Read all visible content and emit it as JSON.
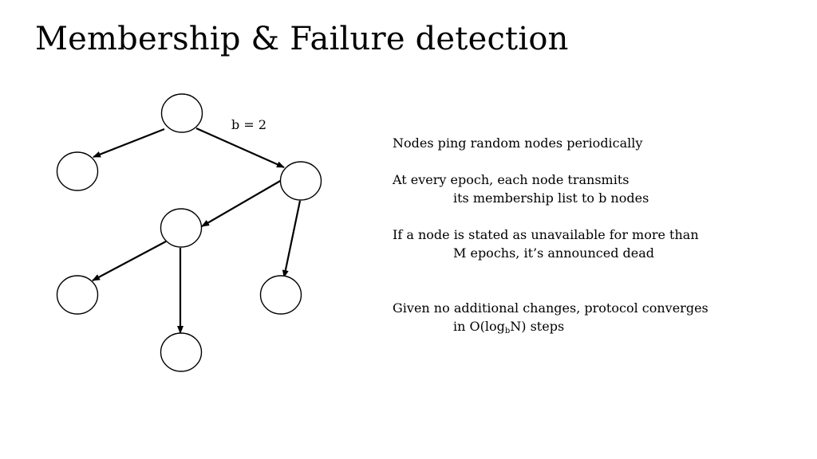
{
  "slide": {
    "title": "Membership & Failure detection",
    "diagram": {
      "label": "b = 2"
    },
    "notes": {
      "line1": "Nodes ping random nodes periodically",
      "line2a": "At every epoch, each node transmits",
      "line2b": "its membership list to b nodes",
      "line3a": "If a node is stated as unavailable for more than",
      "line3b": "M epochs, it’s announced dead",
      "line4a": "Given no additional changes, protocol converges",
      "line4b_pre": "in O(log",
      "line4b_sub": "b",
      "line4b_post": "N) steps"
    }
  }
}
